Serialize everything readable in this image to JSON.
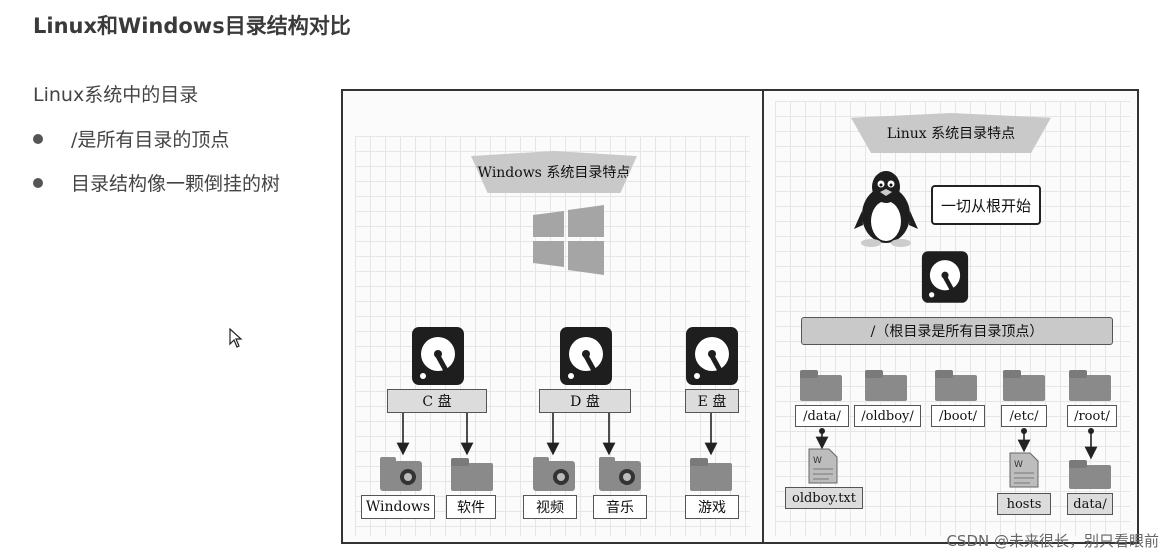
{
  "title": "Linux和Windows目录结构对比",
  "intro": {
    "heading": "Linux系统中的目录",
    "bullets": [
      "/是所有目录的顶点",
      "目录结构像一颗倒挂的树"
    ]
  },
  "windows": {
    "banner": "Windows 系统目录特点",
    "drives": [
      {
        "label": "C 盘",
        "children": [
          "Windows",
          "软件"
        ]
      },
      {
        "label": "D 盘",
        "children": [
          "视频",
          "音乐"
        ]
      },
      {
        "label": "E 盘",
        "children": [
          "游戏"
        ]
      }
    ]
  },
  "linux": {
    "banner": "Linux 系统目录特点",
    "callout": "一切从根开始",
    "root_label": "/（根目录是所有目录顶点）",
    "dirs": [
      "/data/",
      "/oldboy/",
      "/boot/",
      "/etc/",
      "/root/"
    ],
    "leaves": [
      "oldboy.txt",
      "hosts",
      "data/"
    ]
  },
  "watermark": "CSDN @未来很长，别只看眼前",
  "colors": {
    "accent_dark": "#222222",
    "folder": "#8a8a8a",
    "label_bg": "#dcdcdc"
  }
}
